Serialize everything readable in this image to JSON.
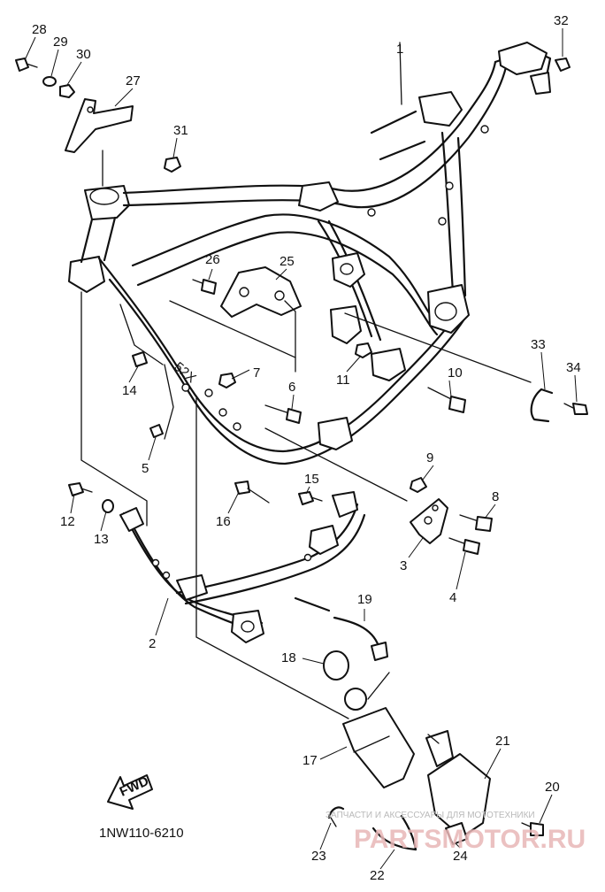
{
  "diagram": {
    "code": "1NW110-6210",
    "fwd_label": "FWD",
    "frame_text": "52X"
  },
  "callouts": [
    {
      "id": "c1",
      "text": "1"
    },
    {
      "id": "c2",
      "text": "2"
    },
    {
      "id": "c3",
      "text": "3"
    },
    {
      "id": "c4",
      "text": "4"
    },
    {
      "id": "c5",
      "text": "5"
    },
    {
      "id": "c6",
      "text": "6"
    },
    {
      "id": "c7",
      "text": "7"
    },
    {
      "id": "c8",
      "text": "8"
    },
    {
      "id": "c9",
      "text": "9"
    },
    {
      "id": "c10",
      "text": "10"
    },
    {
      "id": "c11",
      "text": "11"
    },
    {
      "id": "c12",
      "text": "12"
    },
    {
      "id": "c13",
      "text": "13"
    },
    {
      "id": "c14",
      "text": "14"
    },
    {
      "id": "c15",
      "text": "15"
    },
    {
      "id": "c16",
      "text": "16"
    },
    {
      "id": "c17",
      "text": "17"
    },
    {
      "id": "c18",
      "text": "18"
    },
    {
      "id": "c19",
      "text": "19"
    },
    {
      "id": "c20",
      "text": "20"
    },
    {
      "id": "c21",
      "text": "21"
    },
    {
      "id": "c22",
      "text": "22"
    },
    {
      "id": "c23",
      "text": "23"
    },
    {
      "id": "c24",
      "text": "24"
    },
    {
      "id": "c25",
      "text": "25"
    },
    {
      "id": "c26",
      "text": "26"
    },
    {
      "id": "c27",
      "text": "27"
    },
    {
      "id": "c28",
      "text": "28"
    },
    {
      "id": "c29",
      "text": "29"
    },
    {
      "id": "c30",
      "text": "30"
    },
    {
      "id": "c31",
      "text": "31"
    },
    {
      "id": "c32",
      "text": "32"
    },
    {
      "id": "c33",
      "text": "33"
    },
    {
      "id": "c34",
      "text": "34"
    }
  ],
  "watermark": {
    "logo": "PARTSMOTOR.RU",
    "tagline": "ЗАПЧАСТИ И АКСЕССУАРЫ ДЛЯ МОТОТЕХНИКИ"
  }
}
